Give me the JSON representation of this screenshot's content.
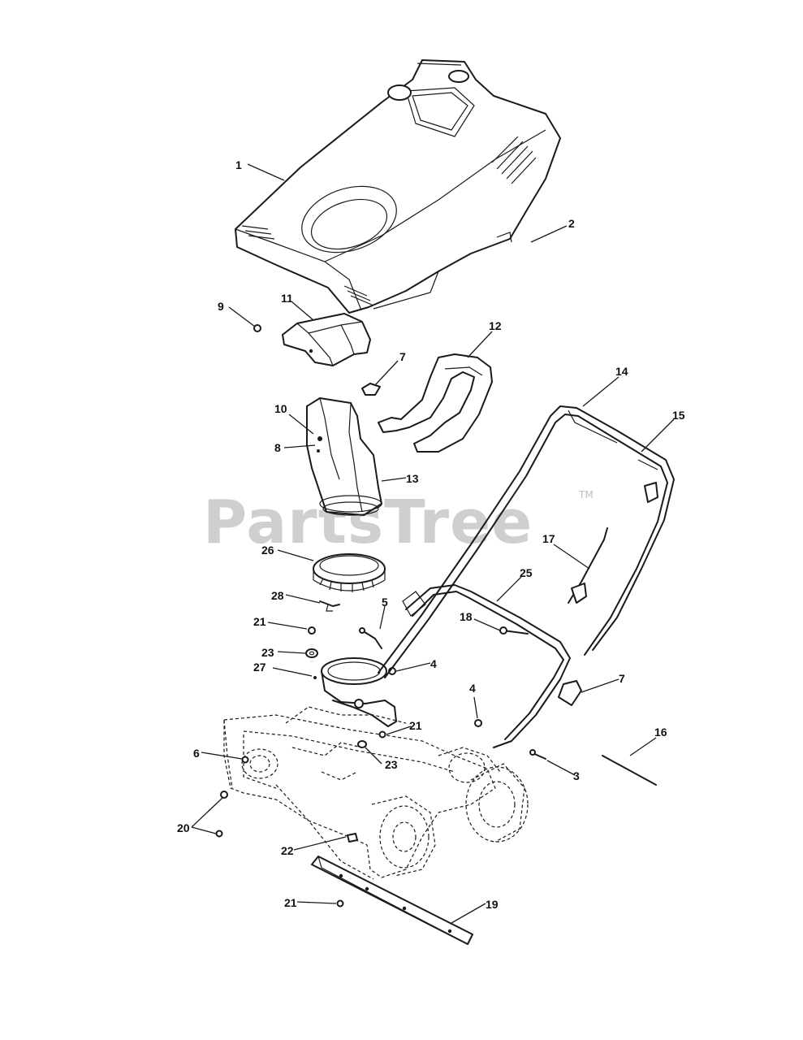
{
  "watermark": {
    "text": "PartsTree",
    "trademark": "TM"
  },
  "callouts": [
    "1",
    "2",
    "9",
    "11",
    "7",
    "12",
    "10",
    "8",
    "13",
    "14",
    "15",
    "26",
    "17",
    "25",
    "28",
    "5",
    "21",
    "23",
    "27",
    "4",
    "18",
    "7",
    "4",
    "21",
    "23",
    "3",
    "6",
    "16",
    "20",
    "22",
    "21",
    "19"
  ]
}
